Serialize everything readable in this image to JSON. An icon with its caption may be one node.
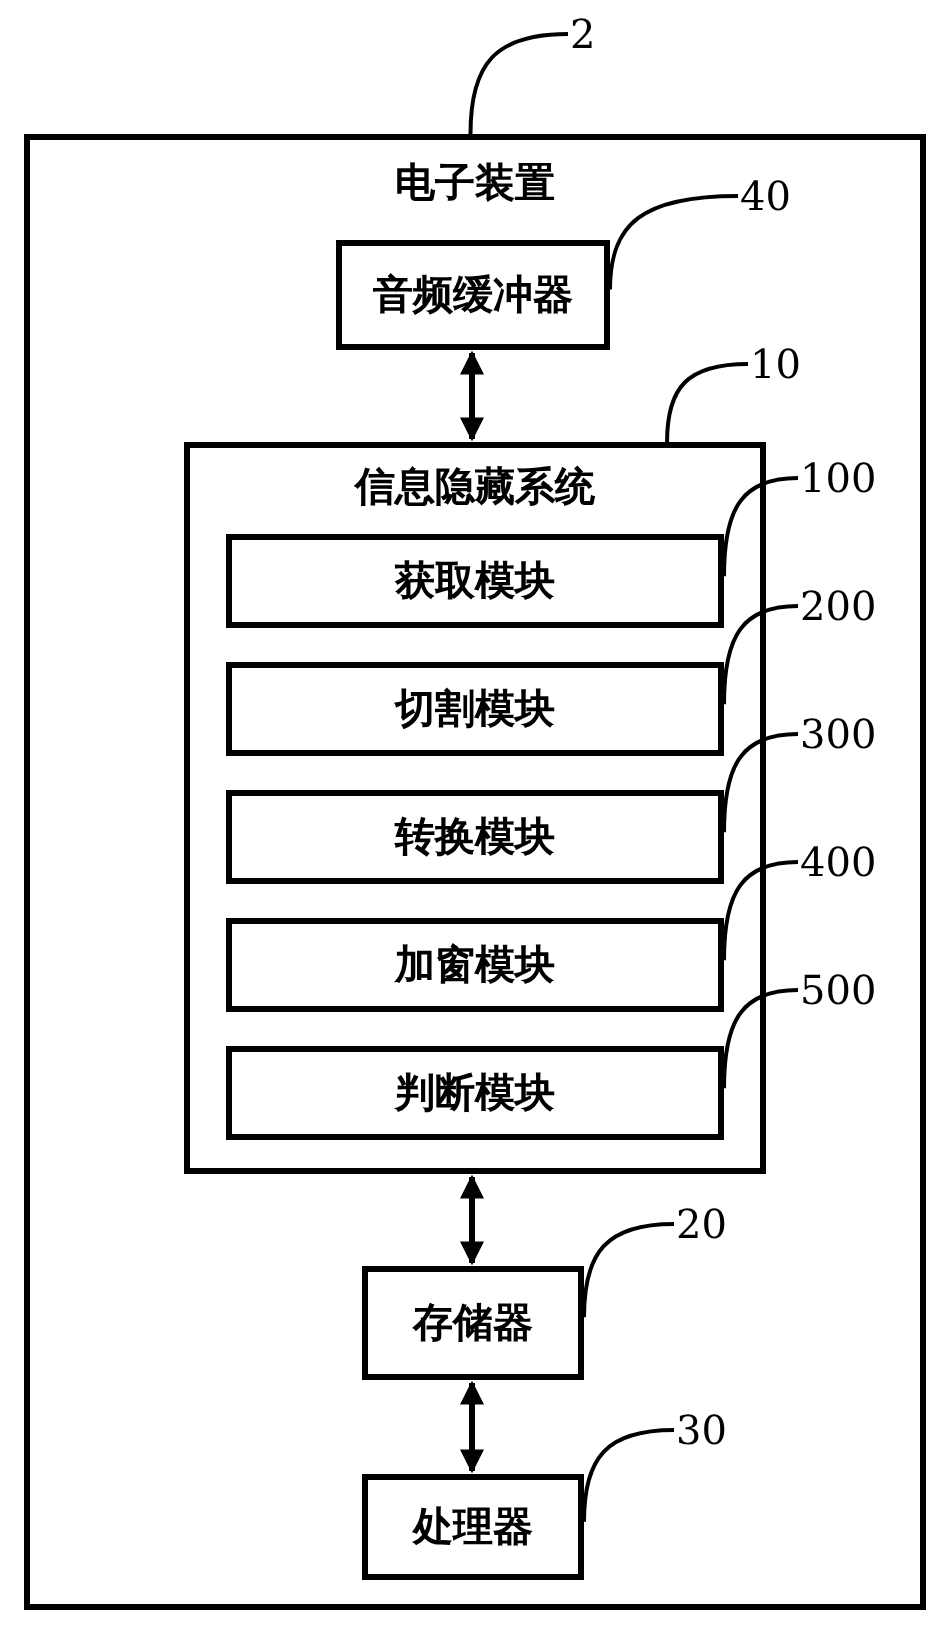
{
  "diagram": {
    "nodes": [
      {
        "text": [
          "电子装置"
        ]
      },
      {
        "text": [
          "音频缓冲器"
        ],
        "in": 0
      },
      {
        "text": [
          "信息隐藏系统"
        ],
        "in": 0
      },
      {
        "text": [
          "获取模块"
        ],
        "in": 2
      },
      {
        "text": [
          "切割模块"
        ],
        "in": 2
      },
      {
        "text": [
          "转换模块"
        ],
        "in": 2
      },
      {
        "text": [
          "加窗模块"
        ],
        "in": 2
      },
      {
        "text": [
          "判断模块"
        ],
        "in": 2
      },
      {
        "text": [
          "存储器"
        ],
        "in": 0
      },
      {
        "text": [
          "处理器"
        ],
        "in": 0
      },
      {
        "text": [
          "2"
        ]
      },
      {
        "text": [
          "40"
        ],
        "in": 0
      },
      {
        "text": [
          "10"
        ],
        "in": 0
      },
      {
        "text": [
          "100"
        ],
        "in": 0
      },
      {
        "text": [
          "200"
        ],
        "in": 0
      },
      {
        "text": [
          "300"
        ],
        "in": 0
      },
      {
        "text": [
          "400"
        ],
        "in": 0
      },
      {
        "text": [
          "500"
        ],
        "in": 0
      },
      {
        "text": [
          "20"
        ],
        "in": 0
      },
      {
        "text": [
          "30"
        ],
        "in": 0
      }
    ],
    "edges": [
      {
        "from": 1,
        "to": 2,
        "arrow": "both"
      },
      {
        "from": 2,
        "to": 8,
        "arrow": "both"
      },
      {
        "from": 8,
        "to": 9,
        "arrow": "both"
      },
      {
        "from": 10,
        "to": 0,
        "arrow": "none"
      },
      {
        "from": 11,
        "to": 1,
        "arrow": "none"
      },
      {
        "from": 12,
        "to": 2,
        "arrow": "none"
      },
      {
        "from": 13,
        "to": 3,
        "arrow": "none"
      },
      {
        "from": 14,
        "to": 4,
        "arrow": "none"
      },
      {
        "from": 15,
        "to": 5,
        "arrow": "none"
      },
      {
        "from": 16,
        "to": 6,
        "arrow": "none"
      },
      {
        "from": 17,
        "to": 7,
        "arrow": "none"
      },
      {
        "from": 18,
        "to": 8,
        "arrow": "none"
      },
      {
        "from": 19,
        "to": 9,
        "arrow": "none"
      }
    ]
  }
}
